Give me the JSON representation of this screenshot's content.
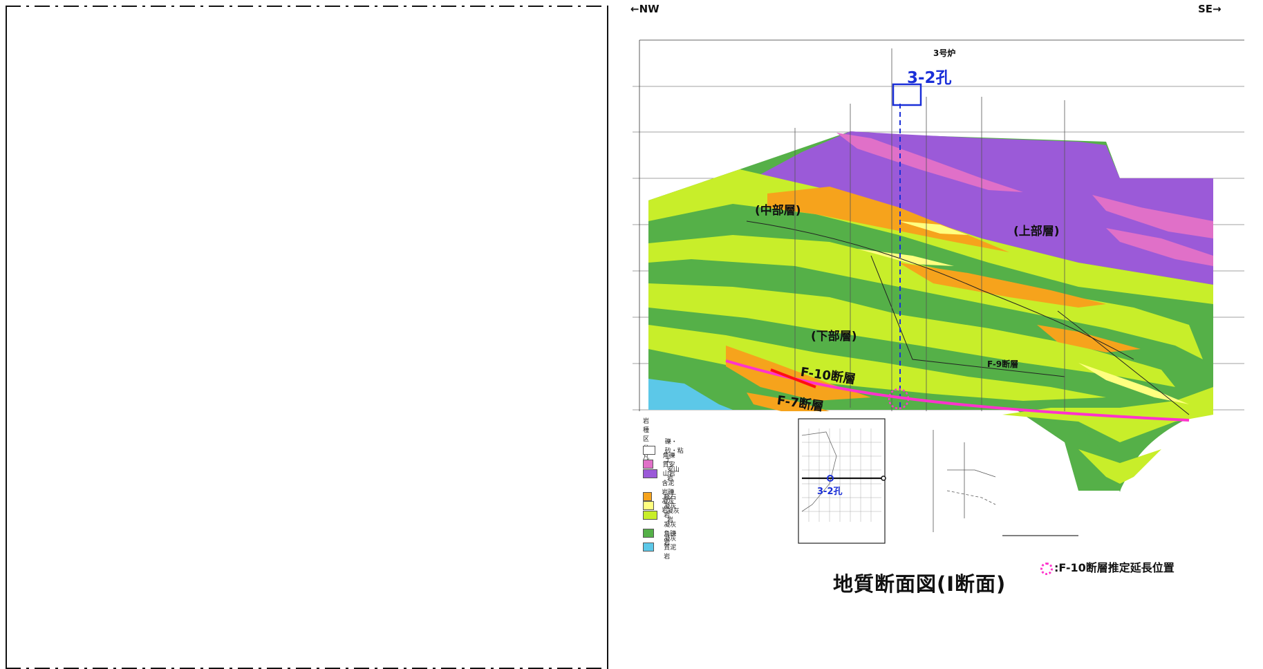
{
  "direction": {
    "left": "←NW",
    "right": "SE→"
  },
  "title": "地質断面図(I断面)",
  "borehole_label": "3-2孔",
  "reactor_label": "3号炉",
  "map_borehole_label": "3-2孔",
  "layers": {
    "upper": "(上部層)",
    "middle": "(中部層)",
    "lower": "(下部層)"
  },
  "faults": {
    "f10": "F-10断層",
    "f7": "F-7断層",
    "f9": "F-9断層"
  },
  "note": ":F-10断層推定延長位置",
  "legend": {
    "title": "岩種区分凡例",
    "items": [
      {
        "label": "礫・砂・粘土",
        "color": "#ffffff"
      },
      {
        "label": "角礫質安山岩",
        "color": "#e070c8"
      },
      {
        "label": "安山岩",
        "color": "#9b5ad8"
      },
      {
        "label": "含泥岩礫凝灰岩",
        "color": "#f6a31c"
      },
      {
        "label": "軽石凝灰岩",
        "color": "#ffff80"
      },
      {
        "label": "凝灰岩",
        "color": "#c8ee2a"
      },
      {
        "label": "凝灰角礫岩",
        "color": "#55b048"
      },
      {
        "label": "凝灰質泥岩",
        "color": "#5cc8e8"
      }
    ]
  },
  "colors": {
    "purple": "#9b5ad8",
    "green": "#55b048",
    "yellowgreen": "#c8ee2a",
    "orange": "#f6a31c",
    "pink": "#e070c8",
    "cyan": "#5cc8e8",
    "magenta": "#ff33cc",
    "blue": "#1a2fd8"
  }
}
